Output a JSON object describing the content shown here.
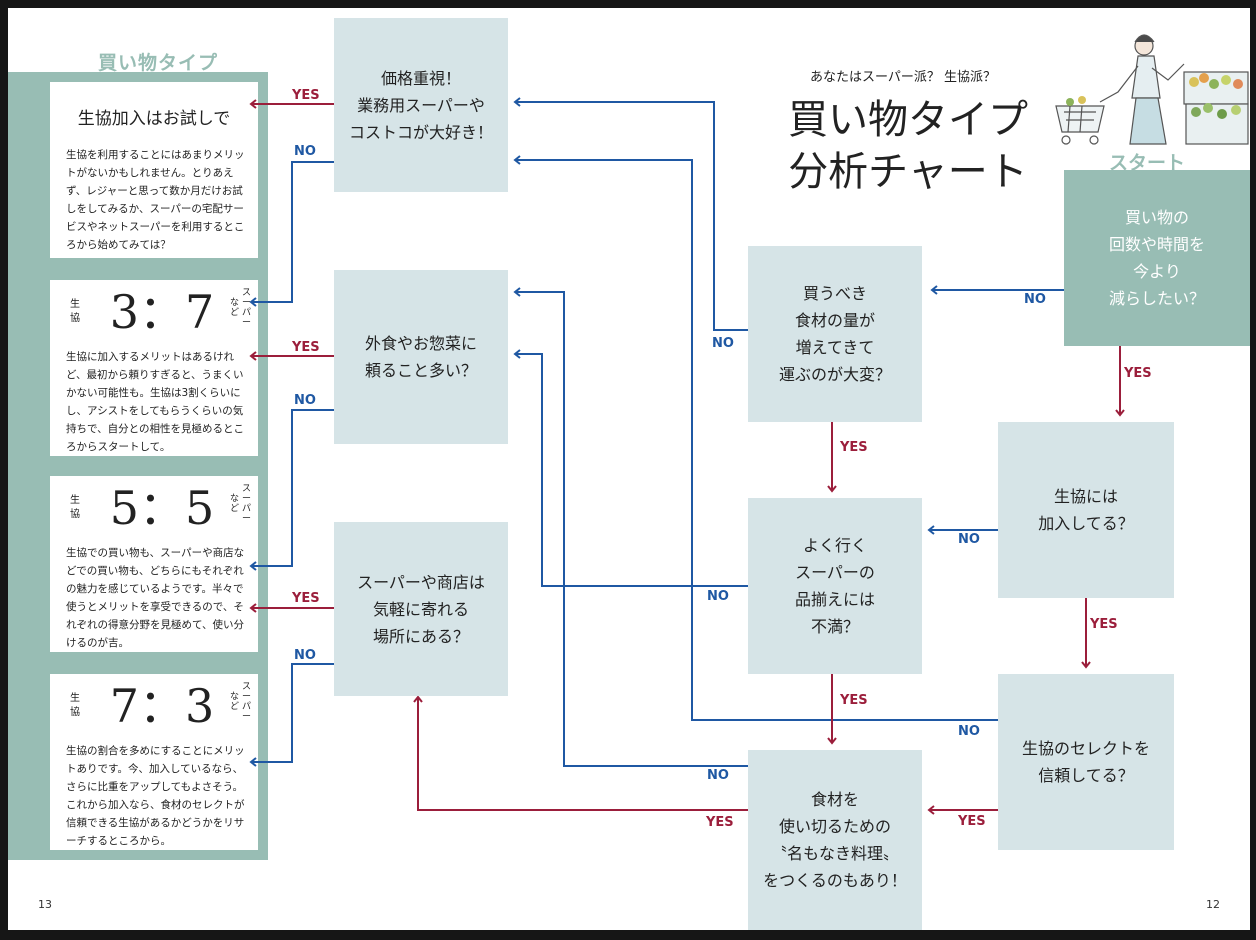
{
  "header": {
    "subtitle": "あなたはスーパー派？ 生協派？",
    "title_line1": "買い物タイプ",
    "title_line2": "分析チャート"
  },
  "start_label": "スタート",
  "result_panel": {
    "title": "買い物タイプ",
    "cards": [
      {
        "title": "生協加入はお試しで",
        "body": "生協を利用することにはあまりメリットがないかもしれません。とりあえず、レジャーと思って数か月だけお試しをしてみるか、スーパーの宅配サービスやネットスーパーを利用するところから始めてみては？"
      },
      {
        "left_label": "生協",
        "ratio": "3：7",
        "right_label_1": "スーパー",
        "right_label_2": "など",
        "body": "生協に加入するメリットはあるけれど、最初から頼りすぎると、うまくいかない可能性も。生協は3割くらいにし、アシストをしてもらうくらいの気持ちで、自分との相性を見極めるところからスタートして。"
      },
      {
        "left_label": "生協",
        "ratio": "5：5",
        "right_label_1": "スーパー",
        "right_label_2": "など",
        "body": "生協での買い物も、スーパーや商店などでの買い物も、どちらにもそれぞれの魅力を感じているようです。半々で使うとメリットを享受できるので、それぞれの得意分野を見極めて、使い分けるのが吉。"
      },
      {
        "left_label": "生協",
        "ratio": "7：3",
        "right_label_1": "スーパー",
        "right_label_2": "など",
        "body": "生協の割合を多めにすることにメリットありです。今、加入しているなら、さらに比重をアップしてもよさそう。これから加入なら、食材のセレクトが信頼できる生協があるかどうかをリサーチするところから。"
      }
    ]
  },
  "questions": {
    "q_start": "買い物の\n回数や時間を\n今より\n減らしたい？",
    "q_kanyu": "生協には\n加入してる？",
    "q_select": "生協のセレクトを\n信頼してる？",
    "q_ryou": "買うべき\n食材の量が\n増えてきて\n運ぶのが大変？",
    "q_shinazoroe": "よく行く\nスーパーの\n品揃えには\n不満？",
    "q_shokuzai": "食材を\n使い切るための\n〝名もなき料理〟\nをつくるのもあり！",
    "q_kakaku": "価格重視！\n業務用スーパーや\nコストコが大好き！",
    "q_gaishoku": "外食やお惣菜に\n頼ること多い？",
    "q_super": "スーパーや商店は\n気軽に寄れる\n場所にある？"
  },
  "labels": {
    "yes": "YES",
    "no": "NO"
  },
  "page_numbers": {
    "left": "13",
    "right": "12"
  },
  "colors": {
    "yes": "#9b1e3b",
    "no": "#1f58a3",
    "panel": "#98bdb4",
    "question_box": "#d6e4e7"
  }
}
